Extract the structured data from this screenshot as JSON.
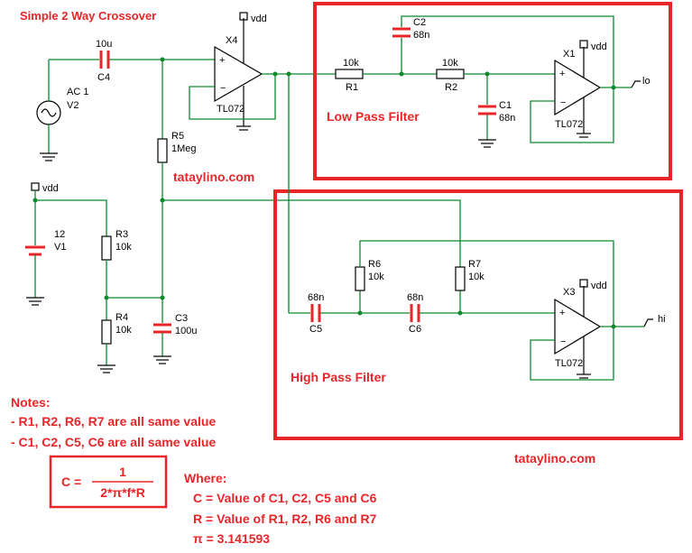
{
  "title": "Simple 2 Way Crossover",
  "watermark": "tataylino.com",
  "colors": {
    "accent": "#e8262a",
    "wire": "#0a8a2a"
  },
  "components": {
    "C4": {
      "ref": "C4",
      "value": "10u"
    },
    "X4": {
      "ref": "X4",
      "part": "TL072"
    },
    "vdd_top": "vdd",
    "V2": {
      "ref": "V2",
      "value": "AC 1"
    },
    "R5": {
      "ref": "R5",
      "value": "1Meg"
    },
    "V1": {
      "ref": "V1",
      "value": "12"
    },
    "vdd_left": "vdd",
    "R3": {
      "ref": "R3",
      "value": "10k"
    },
    "R4": {
      "ref": "R4",
      "value": "10k"
    },
    "C3": {
      "ref": "C3",
      "value": "100u"
    },
    "R1": {
      "ref": "R1",
      "value": "10k"
    },
    "R2": {
      "ref": "R2",
      "value": "10k"
    },
    "C2": {
      "ref": "C2",
      "value": "68n"
    },
    "C1": {
      "ref": "C1",
      "value": "68n"
    },
    "X1": {
      "ref": "X1",
      "part": "TL072",
      "vdd": "vdd"
    },
    "lo": "lo",
    "R6": {
      "ref": "R6",
      "value": "10k"
    },
    "R7": {
      "ref": "R7",
      "value": "10k"
    },
    "C5": {
      "ref": "C5",
      "value": "68n"
    },
    "C6": {
      "ref": "C6",
      "value": "68n"
    },
    "X3": {
      "ref": "X3",
      "part": "TL072",
      "vdd": "vdd"
    },
    "hi": "hi"
  },
  "sections": {
    "low": "Low Pass Filter",
    "high": "High Pass Filter"
  },
  "notes": {
    "heading": "Notes:",
    "line1": "- R1, R2, R6, R7 are all same value",
    "line2": "- C1, C2, C5, C6 are all same value"
  },
  "formula": {
    "lhs": "C =",
    "numerator": "1",
    "denominator": "2*π*f*R"
  },
  "where": {
    "heading": "Where:",
    "c": "C = Value of C1, C2, C5 and C6",
    "r": "R = Value of R1, R2, R6 and R7",
    "pi": "π = 3.141593"
  }
}
